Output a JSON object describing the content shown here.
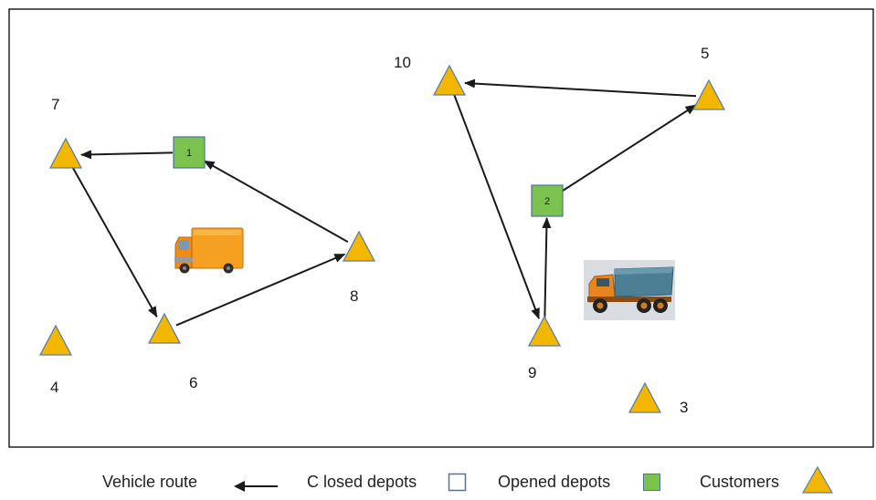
{
  "customers": [
    {
      "id": "3",
      "label": "3"
    },
    {
      "id": "4",
      "label": "4"
    },
    {
      "id": "5",
      "label": "5"
    },
    {
      "id": "6",
      "label": "6"
    },
    {
      "id": "7",
      "label": "7"
    },
    {
      "id": "8",
      "label": "8"
    },
    {
      "id": "9",
      "label": "9"
    },
    {
      "id": "10",
      "label": "10"
    }
  ],
  "depots": [
    {
      "id": "1",
      "label": "1",
      "status": "opened"
    },
    {
      "id": "2",
      "label": "2",
      "status": "opened"
    }
  ],
  "routes": [
    {
      "vehicle": "truck-orange",
      "path": [
        "1",
        "7",
        "6",
        "8",
        "1"
      ]
    },
    {
      "vehicle": "truck-dump",
      "path": [
        "2",
        "5",
        "10",
        "9",
        "2"
      ]
    }
  ],
  "legend": {
    "vehicle_route": "Vehicle route",
    "closed_depots": "C losed depots",
    "opened_depots": "Opened depots",
    "customers": "Customers"
  },
  "colors": {
    "customer_fill": "#f3b700",
    "customer_stroke": "#5b7fa8",
    "opened_depot_fill": "#7cc24e",
    "depot_stroke": "#4a74a8",
    "closed_depot_fill": "#ffffff",
    "route": "#1a1a1a",
    "frame": "#222222"
  }
}
